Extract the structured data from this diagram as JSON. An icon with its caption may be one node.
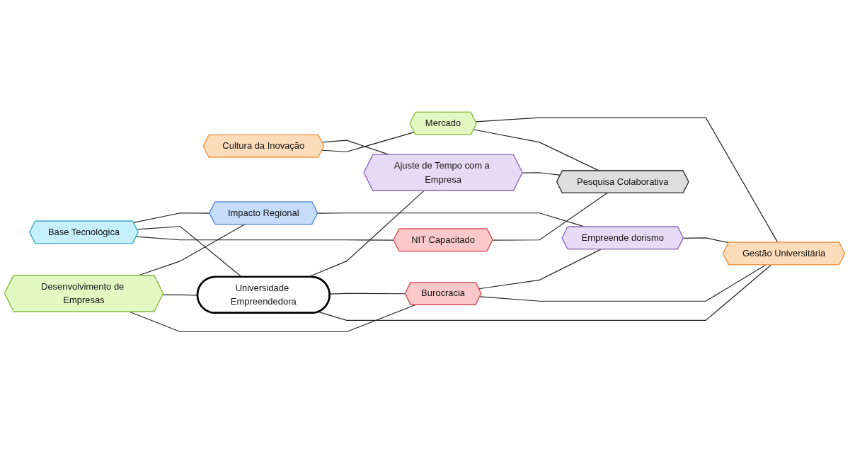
{
  "diagram": {
    "nodes": [
      {
        "text": [
          "Desenvolvimento de Empresas"
        ]
      },
      {
        "text": [
          "Base Tecnológica"
        ]
      },
      {
        "text": [
          "Cultura da Inovação"
        ]
      },
      {
        "text": [
          "NIT Capacitado"
        ]
      },
      {
        "text": [
          "Universidade Empreendedora"
        ]
      },
      {
        "text": [
          "Ajuste de Tempo com a Empresa"
        ]
      },
      {
        "text": [
          "Impacto Regional"
        ]
      },
      {
        "text": [
          "Burocracia"
        ]
      },
      {
        "text": [
          "Mercado"
        ]
      },
      {
        "text": [
          "Pesquisa Colaborativa"
        ]
      },
      {
        "text": [
          "Empreende dorismo"
        ]
      },
      {
        "text": [
          "Gestão Universitária"
        ]
      }
    ],
    "edges": [
      {
        "from": 0,
        "to": 6,
        "arrow": "none"
      },
      {
        "from": 0,
        "to": 4,
        "arrow": "none"
      },
      {
        "from": 0,
        "to": 7,
        "arrow": "none"
      },
      {
        "from": 1,
        "to": 6,
        "arrow": "none"
      },
      {
        "from": 1,
        "to": 4,
        "arrow": "none"
      },
      {
        "from": 1,
        "to": 3,
        "arrow": "none"
      },
      {
        "from": 2,
        "to": 5,
        "arrow": "none"
      },
      {
        "from": 2,
        "to": 8,
        "arrow": "none"
      },
      {
        "from": 3,
        "to": 9,
        "arrow": "none"
      },
      {
        "from": 4,
        "to": 5,
        "arrow": "none"
      },
      {
        "from": 4,
        "to": 7,
        "arrow": "none"
      },
      {
        "from": 4,
        "to": 11,
        "arrow": "none"
      },
      {
        "from": 5,
        "to": 9,
        "arrow": "none"
      },
      {
        "from": 6,
        "to": 10,
        "arrow": "none"
      },
      {
        "from": 7,
        "to": 10,
        "arrow": "none"
      },
      {
        "from": 7,
        "to": 11,
        "arrow": "none"
      },
      {
        "from": 8,
        "to": 11,
        "arrow": "none"
      },
      {
        "from": 8,
        "to": 9,
        "arrow": "none"
      },
      {
        "from": 10,
        "to": 11,
        "arrow": "none"
      }
    ]
  }
}
